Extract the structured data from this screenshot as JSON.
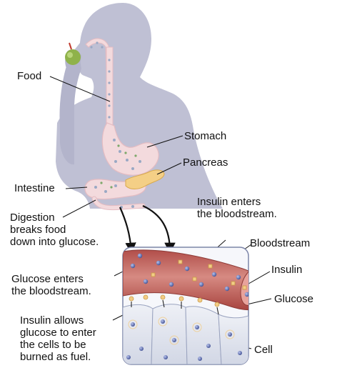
{
  "labels": {
    "food": "Food",
    "stomach": "Stomach",
    "pancreas": "Pancreas",
    "intestine": "Intestine",
    "digestion": "Digestion\nbreaks food\ndown into glucose.",
    "insulin_enters": "Insulin enters\nthe bloodstream.",
    "bloodstream": "Bloodstream",
    "insulin": "Insulin",
    "glucose_enters": "Glucose enters\nthe bloodstream.",
    "glucose": "Glucose",
    "insulin_allows": "Insulin allows\nglucose to enter\nthe cells to be\nburned as fuel.",
    "cell": "Cell"
  },
  "colors": {
    "body": "#bfc0d4",
    "digestive_tract": "#f3dadd",
    "pancreas": "#f4cf86",
    "blood_vessel": "#c05a55",
    "glucose": "#5b6cae",
    "insulin": "#f2cc86",
    "cells": "#e0e4ee"
  }
}
